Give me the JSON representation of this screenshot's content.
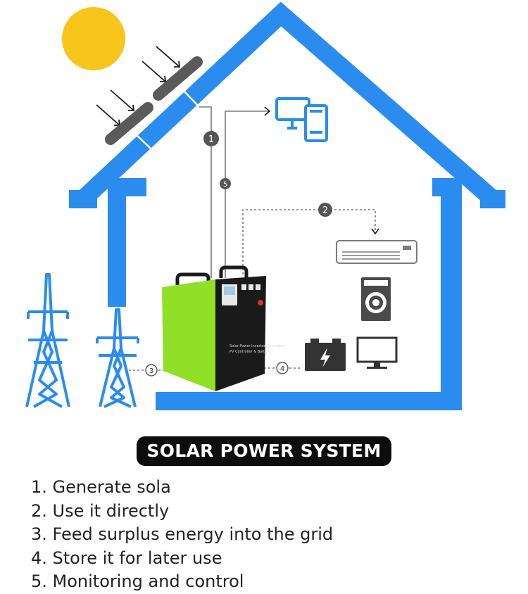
{
  "title": "SOLAR POWER SYSTEM",
  "steps": [
    "1. Generate sola",
    "2. Use it directly",
    "3. Feed surplus energy into the grid",
    "4. Store it for later use",
    "5. Monitoring and control"
  ],
  "markers": [
    "1",
    "2",
    "3",
    "4",
    "5"
  ],
  "unit_label": "Solar Power Inverter Generator",
  "unit_sublabel": "PV Controller & Battery",
  "colors": {
    "house_blue": "#2b8cf0",
    "sun_yellow": "#f7c51c",
    "panel_gray": "#5a5a5a",
    "generator_green": "#8fe026",
    "generator_black": "#1a1a1a",
    "line_gray": "#7a7a7a",
    "badge_fill": "#555555",
    "title_bg": "#0d0d0d",
    "text": "#222222"
  },
  "icons": [
    "sun-icon",
    "solar-panel-icon",
    "computer-monitor-icon",
    "smartphone-icon",
    "air-conditioner-icon",
    "washing-machine-icon",
    "battery-icon",
    "tv-icon",
    "power-tower-icon"
  ]
}
